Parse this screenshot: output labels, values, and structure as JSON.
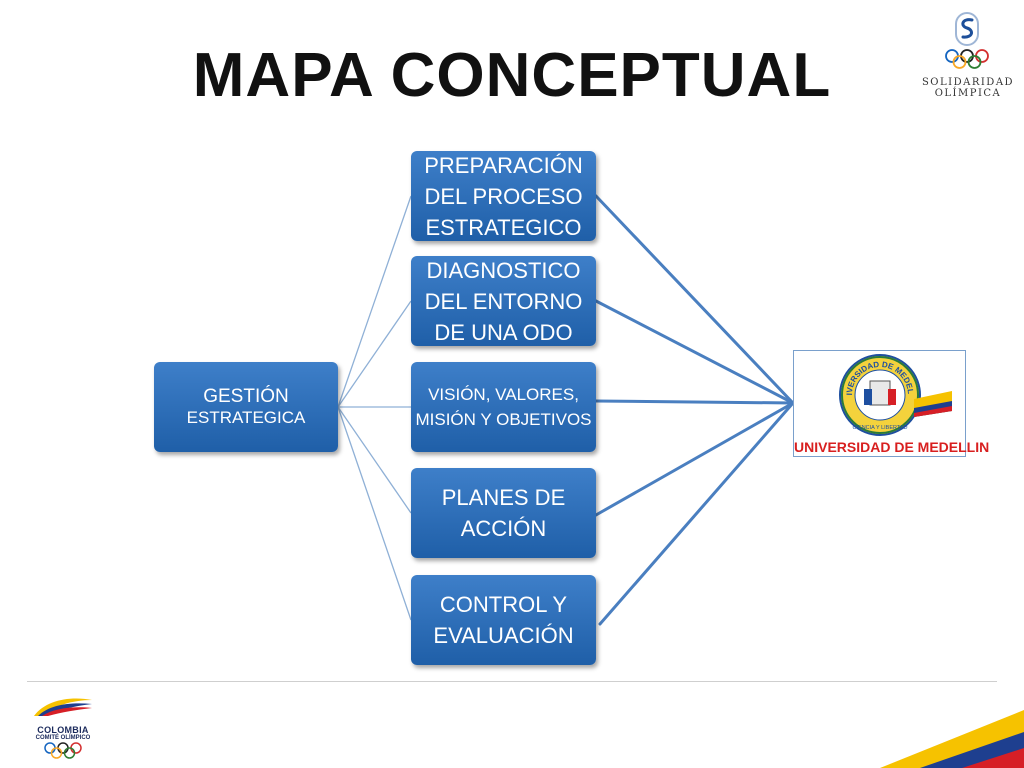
{
  "title": "MAPA CONCEPTUAL",
  "brand_top": {
    "line1": "SOLIDARIDAD",
    "line2": "OLÍMPICA"
  },
  "root": {
    "line1": "GESTIÓN",
    "line2": "ESTRATEGICA"
  },
  "children": [
    {
      "label": "PREPARACIÓN DEL PROCESO ESTRATEGICO"
    },
    {
      "label": "DIAGNOSTICO DEL ENTORNO DE UNA ODO"
    },
    {
      "label": "VISIÓN, VALORES, MISIÓN Y OBJETIVOS"
    },
    {
      "label": "PLANES DE ACCIÓN"
    },
    {
      "label": "CONTROL Y EVALUACIÓN"
    }
  ],
  "target_logo": {
    "caption": "UNIVERSIDAD DE MEDELLIN",
    "seal_arc_text": "UNIVERSIDAD DE MEDELLIN",
    "seal_motto": "CIENCIA Y LIBERTAD"
  },
  "brand_bottom": {
    "line1": "COLOMBIA",
    "line2": "COMITÉ OLÍMPICO"
  },
  "colors": {
    "node_top": "#3e7fc9",
    "node_bottom": "#1f5fa8",
    "connector": "#4a7fc0",
    "caption_red": "#d81f1f",
    "corner_yellow": "#f6c200",
    "corner_blue": "#1e3f8f",
    "corner_red": "#d61f26"
  }
}
